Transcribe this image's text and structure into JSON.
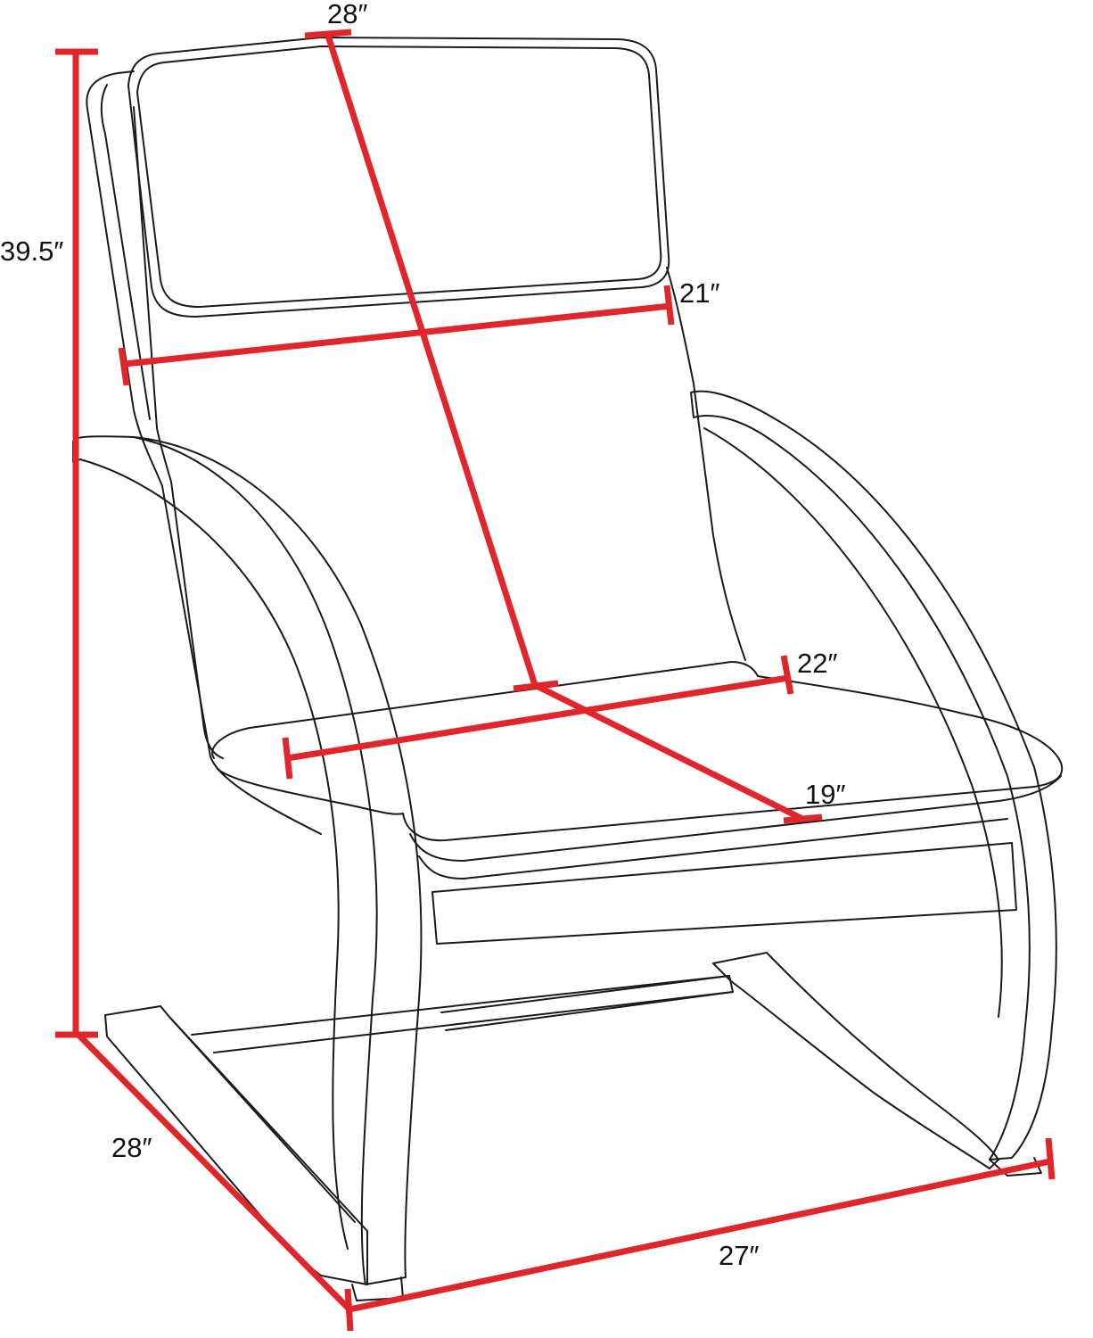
{
  "colors": {
    "dimension": "#e1262b",
    "outline": "#1a1a1a",
    "background": "#ffffff"
  },
  "dimensions": {
    "overall_height": "39.5″",
    "backrest_length": "28″",
    "backrest_width": "21″",
    "seat_width": "22″",
    "seat_depth": "19″",
    "base_depth": "28″",
    "base_width": "27″"
  }
}
